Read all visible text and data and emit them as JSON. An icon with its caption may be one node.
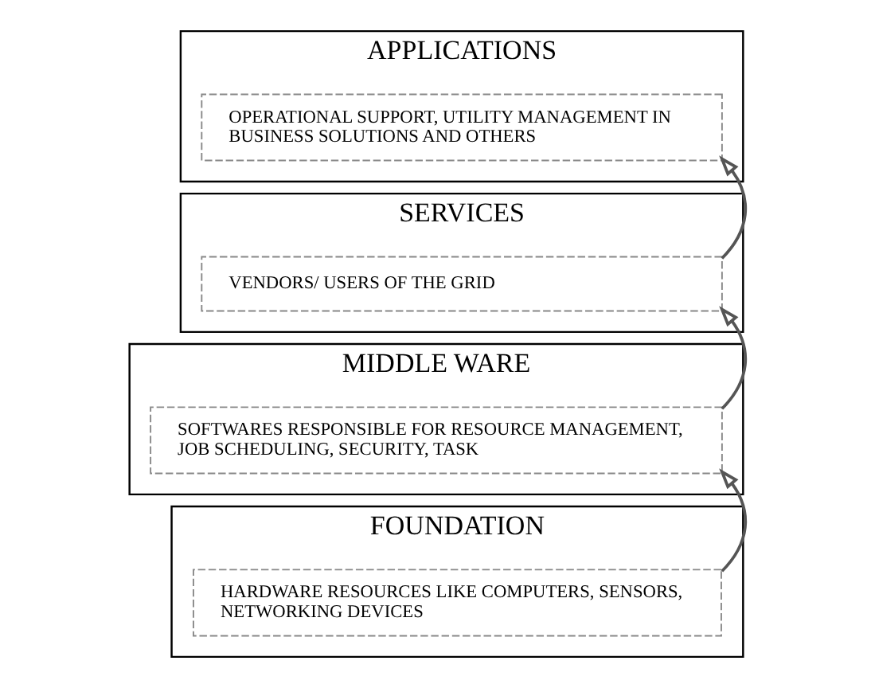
{
  "diagram": {
    "nodes": [
      {
        "text": [
          "APPLICATIONS"
        ]
      },
      {
        "text": [
          "OPERATIONAL SUPPORT, UTILITY MANAGEMENT IN BUSINESS SOLUTIONS AND OTHERS"
        ],
        "in": 0
      },
      {
        "text": [
          "SERVICES"
        ]
      },
      {
        "text": [
          "VENDORS/ USERS OF THE GRID"
        ],
        "in": 2
      },
      {
        "text": [
          "MIDDLE WARE"
        ]
      },
      {
        "text": [
          "SOFTWARES RESPONSIBLE FOR RESOURCE MANAGEMENT, JOB SCHEDULING, SECURITY, TASK"
        ],
        "in": 4
      },
      {
        "text": [
          "FOUNDATION"
        ]
      },
      {
        "text": [
          "HARDWARE RESOURCES LIKE COMPUTERS, SENSORS, NETWORKING DEVICES"
        ],
        "in": 6
      }
    ],
    "edges": [
      {
        "from": 7,
        "to": 5,
        "arrow": "to"
      },
      {
        "from": 5,
        "to": 3,
        "arrow": "to"
      },
      {
        "from": 3,
        "to": 1,
        "arrow": "to"
      }
    ]
  }
}
